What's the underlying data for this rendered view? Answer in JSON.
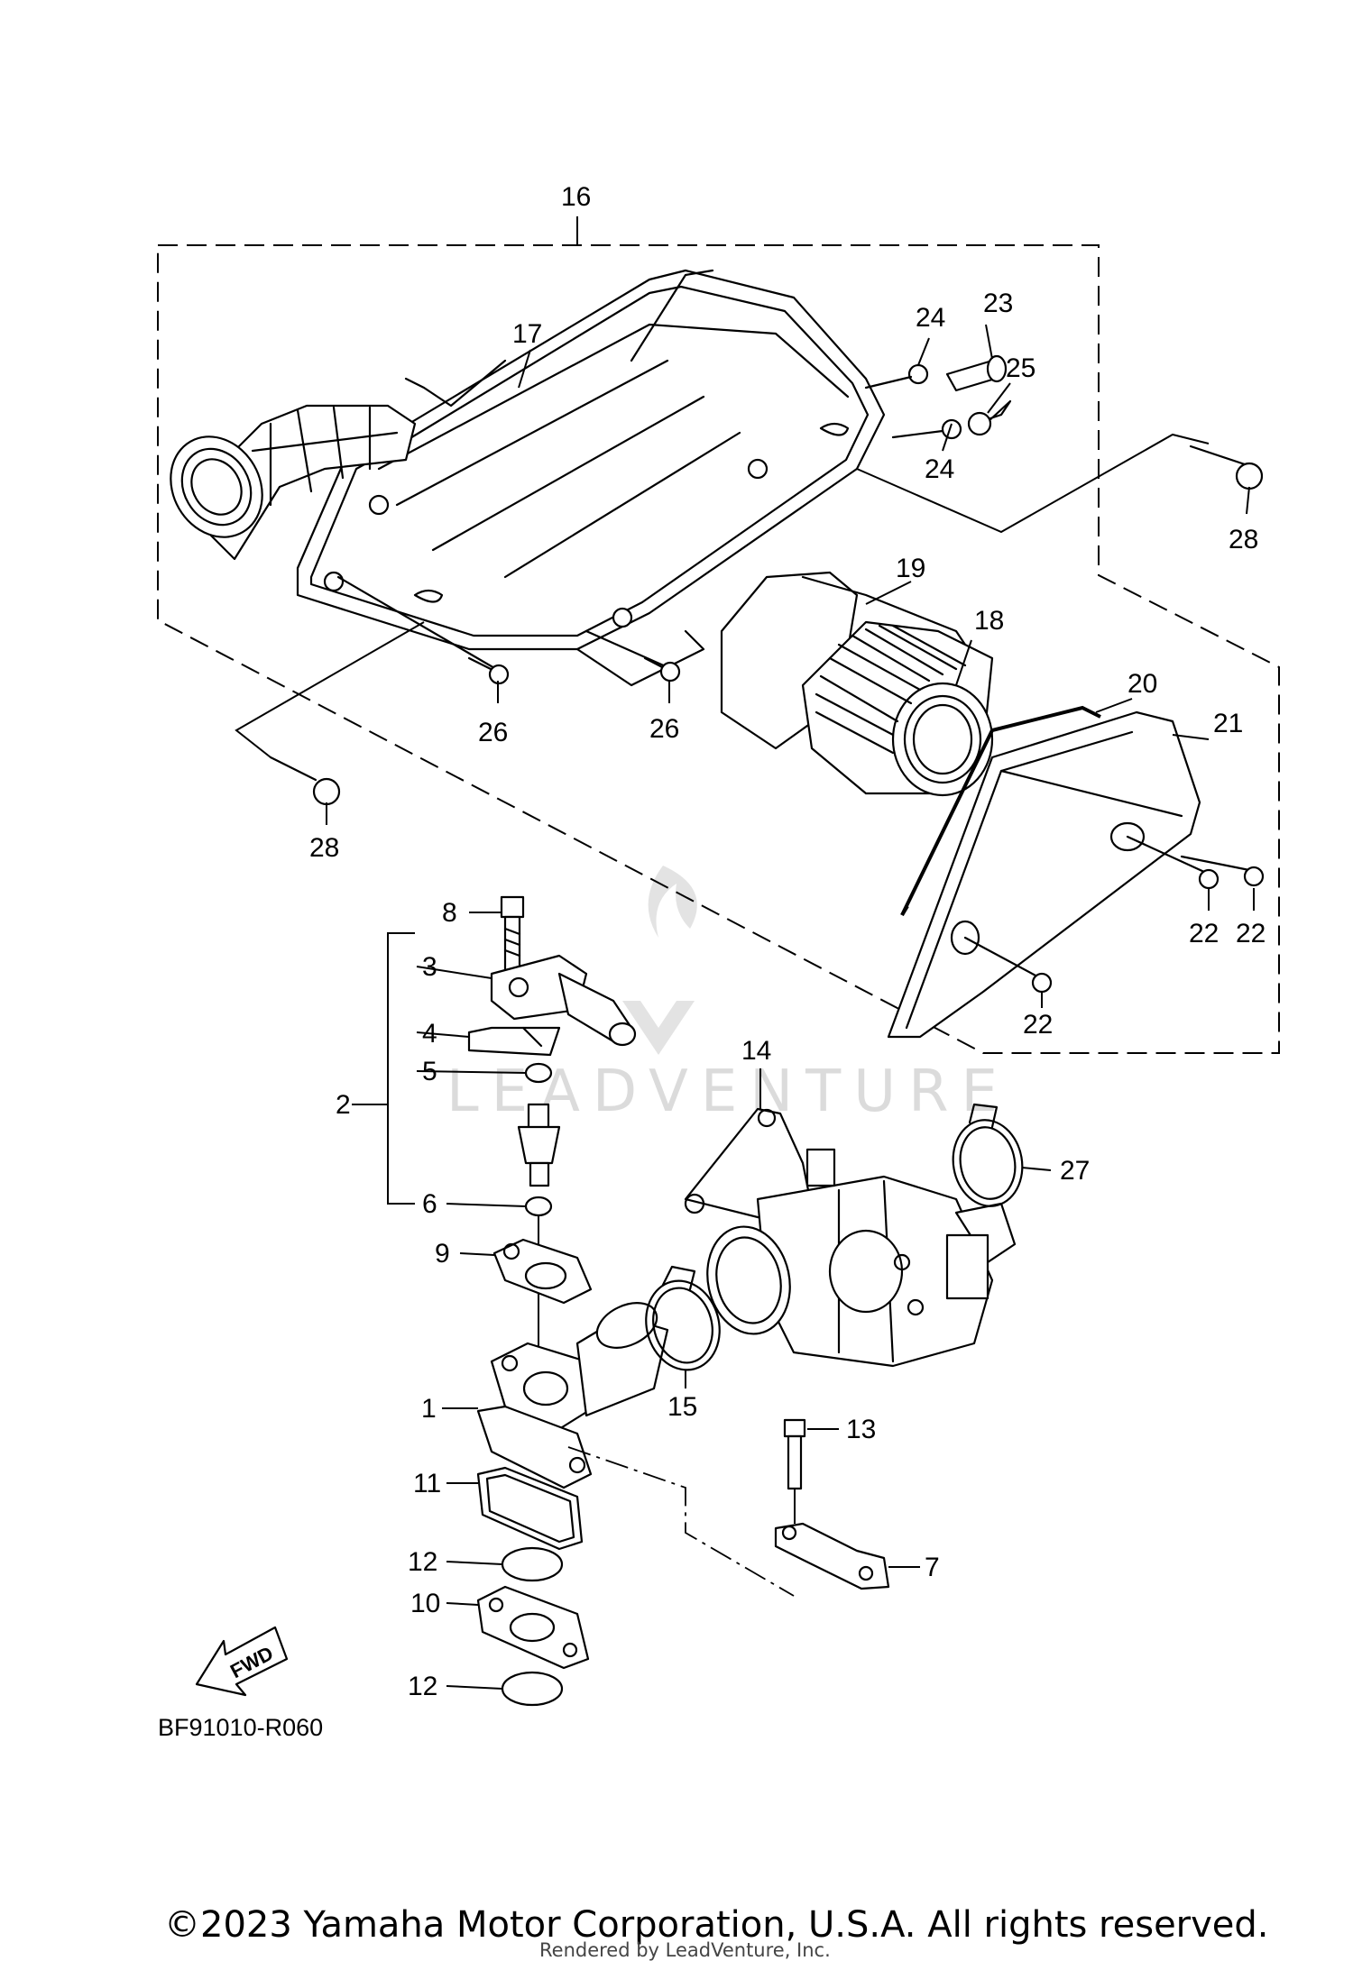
{
  "diagram": {
    "code": "BF91010-R060",
    "fwd_label": "FWD",
    "watermark": "LEADVENTURE",
    "copyright": "©2023 Yamaha Motor Corporation, U.S.A. All rights reserved.",
    "rendered_by": "Rendered by LeadVenture, Inc.",
    "callouts": [
      {
        "id": "c16",
        "text": "16"
      },
      {
        "id": "c17",
        "text": "17"
      },
      {
        "id": "c24a",
        "text": "24"
      },
      {
        "id": "c23",
        "text": "23"
      },
      {
        "id": "c25",
        "text": "25"
      },
      {
        "id": "c24b",
        "text": "24"
      },
      {
        "id": "c28a",
        "text": "28"
      },
      {
        "id": "c19",
        "text": "19"
      },
      {
        "id": "c18",
        "text": "18"
      },
      {
        "id": "c26a",
        "text": "26"
      },
      {
        "id": "c26b",
        "text": "26"
      },
      {
        "id": "c20",
        "text": "20"
      },
      {
        "id": "c21",
        "text": "21"
      },
      {
        "id": "c28b",
        "text": "28"
      },
      {
        "id": "c22a",
        "text": "22"
      },
      {
        "id": "c22b",
        "text": "22"
      },
      {
        "id": "c22c",
        "text": "22"
      },
      {
        "id": "c8",
        "text": "8"
      },
      {
        "id": "c3",
        "text": "3"
      },
      {
        "id": "c4",
        "text": "4"
      },
      {
        "id": "c5",
        "text": "5"
      },
      {
        "id": "c2",
        "text": "2"
      },
      {
        "id": "c6",
        "text": "6"
      },
      {
        "id": "c14",
        "text": "14"
      },
      {
        "id": "c27",
        "text": "27"
      },
      {
        "id": "c9",
        "text": "9"
      },
      {
        "id": "c15",
        "text": "15"
      },
      {
        "id": "c1",
        "text": "1"
      },
      {
        "id": "c13",
        "text": "13"
      },
      {
        "id": "c11",
        "text": "11"
      },
      {
        "id": "c7",
        "text": "7"
      },
      {
        "id": "c12a",
        "text": "12"
      },
      {
        "id": "c10",
        "text": "10"
      },
      {
        "id": "c12b",
        "text": "12"
      }
    ]
  }
}
